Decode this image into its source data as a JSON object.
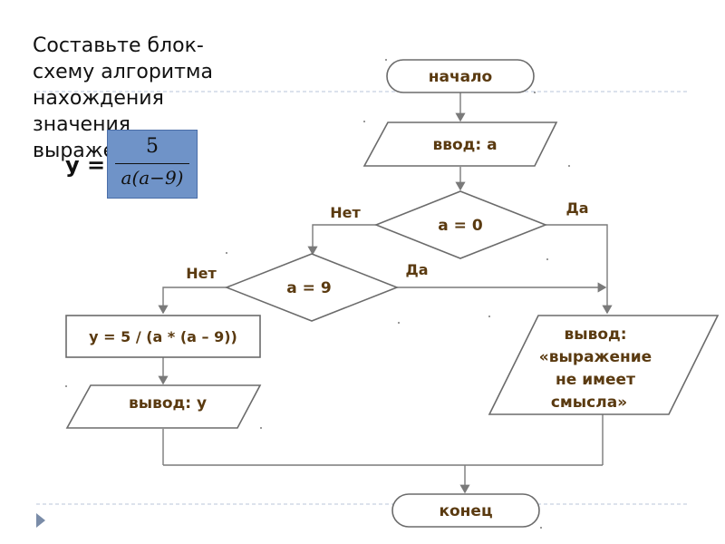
{
  "task": {
    "lines": [
      "Составьте блок-",
      "схему алгоритма",
      "нахождения",
      "значения",
      "выражения"
    ],
    "y_prefix": "y =",
    "formula_numerator": "5",
    "formula_denominator": "a(a−9)"
  },
  "flow": {
    "start": "начало",
    "input": "ввод: a",
    "cond1": "a = 0",
    "cond2": "a = 9",
    "process": "y = 5 / (a * (a – 9))",
    "output_y": "вывод: y",
    "output_msg": [
      "вывод:",
      "«выражение",
      "не имеет",
      "смысла»"
    ],
    "end": "конец",
    "no_label": "Нет",
    "yes_label": "Да"
  }
}
